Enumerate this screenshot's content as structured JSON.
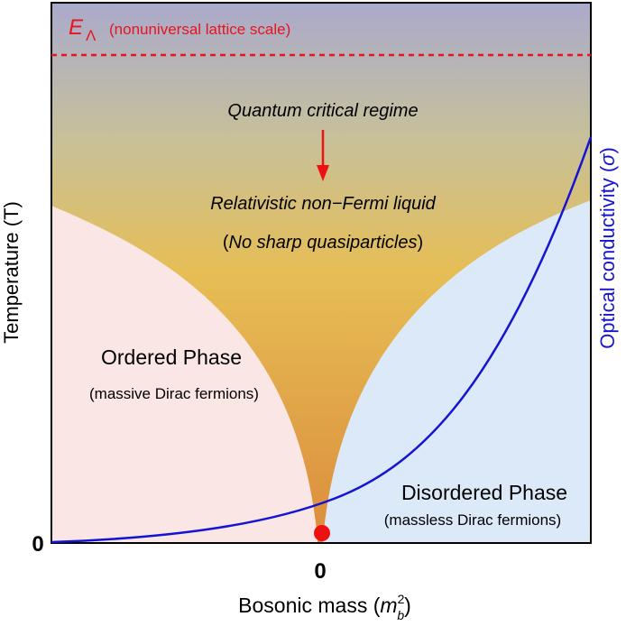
{
  "diagram": {
    "scale_symbol": "E",
    "scale_subscript": "Λ",
    "scale_note": "(nonuniversal lattice scale)",
    "critical_regime": "Quantum critical regime",
    "nfl_line1": "Relativistic non−Fermi liquid",
    "nfl_line2_open": "(",
    "nfl_line2_italic": "No sharp quasiparticles",
    "nfl_line2_close": ")",
    "ordered_title": "Ordered Phase",
    "ordered_sub": "(massive Dirac fermions)",
    "disordered_title": "Disordered Phase",
    "disordered_sub": "(massless Dirac fermions)",
    "y_axis_label": "Temperature (T)",
    "right_axis_label_prefix": "Optical conductivity (",
    "right_axis_symbol": "σ",
    "right_axis_label_suffix": ")",
    "x_axis_label_prefix": "Bosonic mass (",
    "x_axis_mass_symbol": "m",
    "x_axis_mass_sup": "2",
    "x_axis_mass_sub": "b",
    "x_axis_label_suffix": ")",
    "x_zero": "0",
    "y_zero": "0"
  },
  "colors": {
    "top": "#aaaacc",
    "middle": "#e6be55",
    "bottom": "#dc8c3c",
    "ordered_fill": "#fbe6e6",
    "disordered_fill": "#dbe9f8",
    "scale_line": "#e8141e",
    "conductivity_curve": "#1414d2",
    "critical_point": "#ee1111",
    "arrow": "#ee1111"
  }
}
